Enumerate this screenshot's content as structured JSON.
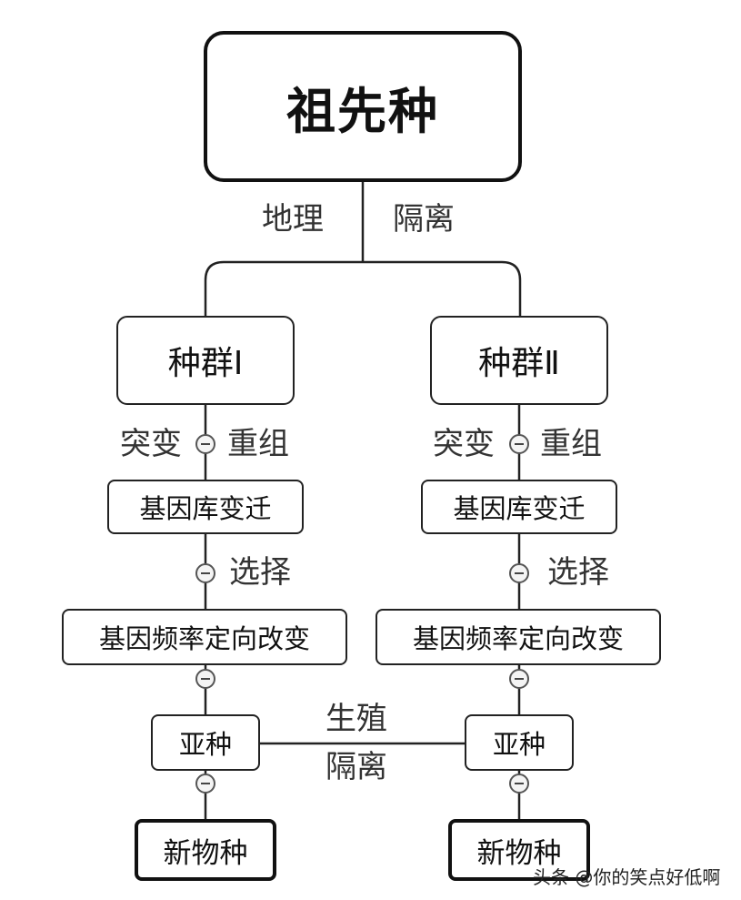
{
  "ancestor": "祖先种",
  "geo_isolation": {
    "left": "地理",
    "right": "隔离"
  },
  "populations": [
    {
      "name": "种群Ⅰ",
      "factor_left": "突变",
      "factor_right": "重组",
      "gene_pool": "基因库变迁",
      "selection": "选择",
      "frequency_change": "基因频率定向改变",
      "subspecies": "亚种",
      "new_species": "新物种"
    },
    {
      "name": "种群Ⅱ",
      "factor_left": "突变",
      "factor_right": "重组",
      "gene_pool": "基因库变迁",
      "selection": "选择",
      "frequency_change": "基因频率定向改变",
      "subspecies": "亚种",
      "new_species": "新物种"
    }
  ],
  "reproductive_isolation": {
    "top": "生殖",
    "bottom": "隔离"
  },
  "watermark": "头条 @你的笑点好低啊"
}
